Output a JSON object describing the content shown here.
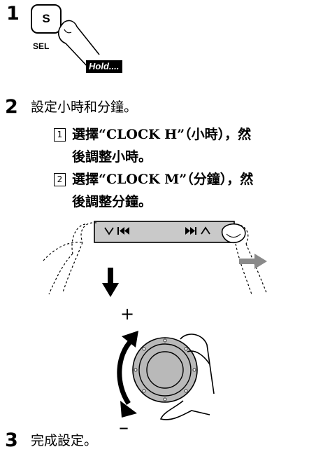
{
  "step1": {
    "number": "1",
    "button_letter": "S",
    "button_caption": "SEL",
    "hold_label": "Hold...."
  },
  "step2": {
    "number": "2",
    "title": "設定小時和分鐘。",
    "sub1": {
      "box": "1",
      "text_a": "選擇",
      "mode": "“CLOCK H”",
      "text_b": "（小時），然",
      "line2": "後調整小時。"
    },
    "sub2": {
      "box": "2",
      "text_a": "選擇",
      "mode": "“CLOCK M”",
      "text_b": "（分鐘），然",
      "line2": "後調整分鐘。"
    }
  },
  "control_dial": {
    "plus_label": "+",
    "minus_label": "–"
  },
  "step3": {
    "number": "3",
    "title": "完成設定。"
  }
}
